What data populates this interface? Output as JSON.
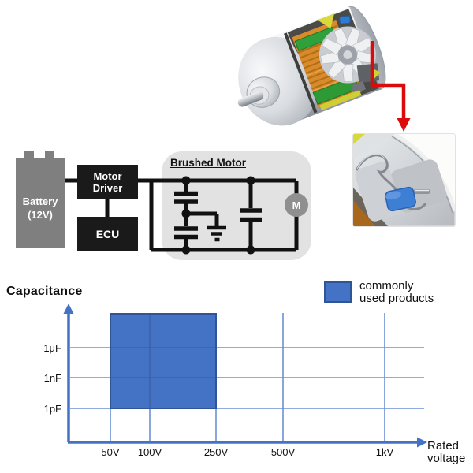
{
  "page": {
    "background_color": "#FFFFFF"
  },
  "circuit": {
    "battery": {
      "line1": "Battery",
      "line2": "(12V)"
    },
    "motor_driver": {
      "line1": "Motor",
      "line2": "Driver"
    },
    "ecu": {
      "label": "ECU"
    },
    "brushed_motor": {
      "title": "Brushed Motor"
    },
    "motor_symbol": "M",
    "colors": {
      "battery_gray": "#7F7F7F",
      "box_black": "#1A1A1A",
      "wire_black": "#111111",
      "panel_gray": "#E2E2E2",
      "motor_circle_gray": "#8F8F8F"
    }
  },
  "figures": {
    "motor_render": "3d-cutaway-render-of-brushed-dc-motor",
    "detail_photo": "close-up-of-suppression-capacitor-inside-motor-endcap",
    "callout_arrow_color": "#DB0B0B"
  },
  "chart": {
    "title": "Capacitance",
    "y_tick_labels": [
      "1μF",
      "1nF",
      "1pF"
    ],
    "x_tick_labels": [
      "50V",
      "100V",
      "250V",
      "500V",
      "1kV"
    ],
    "x_axis_label": {
      "line1": "Rated",
      "line2": "voltage"
    },
    "legend": {
      "line1": "commonly",
      "line2": "used products"
    },
    "colors": {
      "axis_blue": "#4472C4",
      "grid_blue": "#6B91D3",
      "region_fill": "#4472C4",
      "region_border": "#2F5597"
    }
  },
  "chart_data": {
    "type": "area",
    "title": "Capacitance",
    "xlabel": "Rated voltage",
    "ylabel": "Capacitance",
    "x_ticks": [
      "50V",
      "100V",
      "250V",
      "500V",
      "1kV"
    ],
    "y_ticks": [
      "1pF",
      "1nF",
      "1μF"
    ],
    "y_scale": "log",
    "grid": true,
    "legend_position": "top-right",
    "series": [
      {
        "name": "commonly used products",
        "shape": "filled-rectangle",
        "x_range": [
          "50V",
          "250V"
        ],
        "y_range": [
          "1pF",
          "above 1μF (chart top)"
        ]
      }
    ]
  }
}
